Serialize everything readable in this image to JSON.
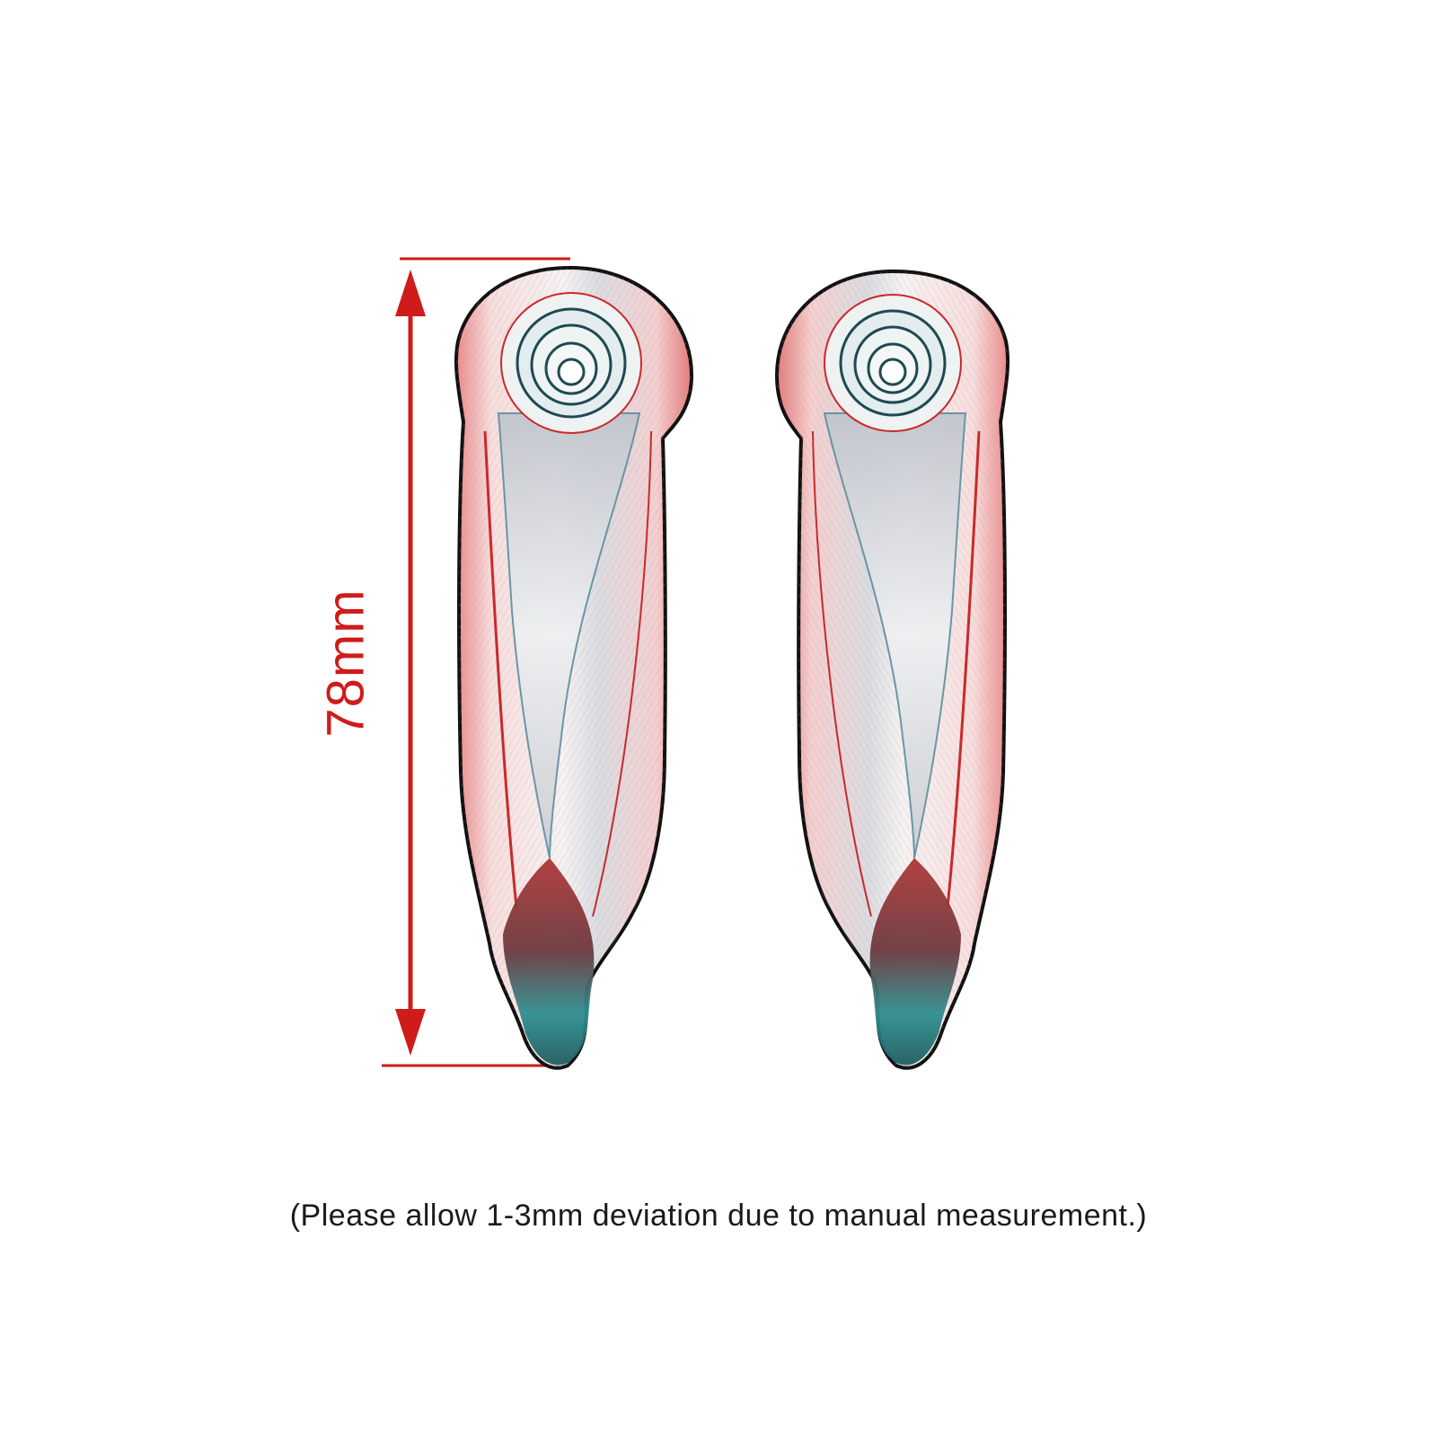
{
  "dimension": {
    "label": "78mm"
  },
  "note": "(Please allow 1-3mm deviation due to manual measurement.)",
  "colors": {
    "dimension_line": "#d01b1b",
    "part_outline": "#111111",
    "part_edge_red": "#c92a2a",
    "part_accent_teal": "#2f8f8f"
  },
  "figure": {
    "items": [
      {
        "name": "left-lever-part"
      },
      {
        "name": "right-lever-part"
      }
    ]
  }
}
